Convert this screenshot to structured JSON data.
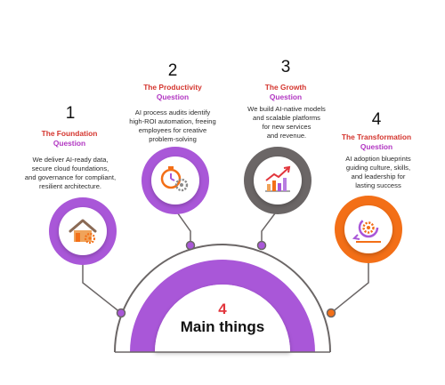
{
  "center": {
    "number": "4",
    "label": "Main things"
  },
  "colors": {
    "purple": "#a957d8",
    "gray": "#6b6666",
    "orange": "#f36f17",
    "heading_red": "#d4352e",
    "heading_purple": "#b136c2",
    "gradient_start": "#d4352e",
    "gradient_end": "#b136c2"
  },
  "items": [
    {
      "number": "1",
      "heading_line1": "The Foundation",
      "heading_line2": "Question",
      "description": [
        "We deliver AI-ready data,",
        "secure cloud foundations,",
        "and governance for compliant,",
        "resilient architecture."
      ],
      "icon": "house-gear-icon"
    },
    {
      "number": "2",
      "heading_line1": "The Productivity",
      "heading_line2": "Question",
      "description": [
        "AI process audits identify",
        "high-ROI automation, freeing",
        "employees for creative",
        "problem-solving"
      ],
      "icon": "stopwatch-gear-icon"
    },
    {
      "number": "3",
      "heading_line1": "The Growth",
      "heading_line2": "Question",
      "description": [
        "We build AI-native models",
        "and scalable platforms",
        "for new services",
        "and revenue."
      ],
      "icon": "growth-chart-icon"
    },
    {
      "number": "4",
      "heading_line1": "The Transformation",
      "heading_line2": "Question",
      "description": [
        "AI adoption blueprints",
        "guiding culture, skills,",
        "and leadership for",
        "lasting success"
      ],
      "icon": "transformation-cycle-icon"
    }
  ]
}
